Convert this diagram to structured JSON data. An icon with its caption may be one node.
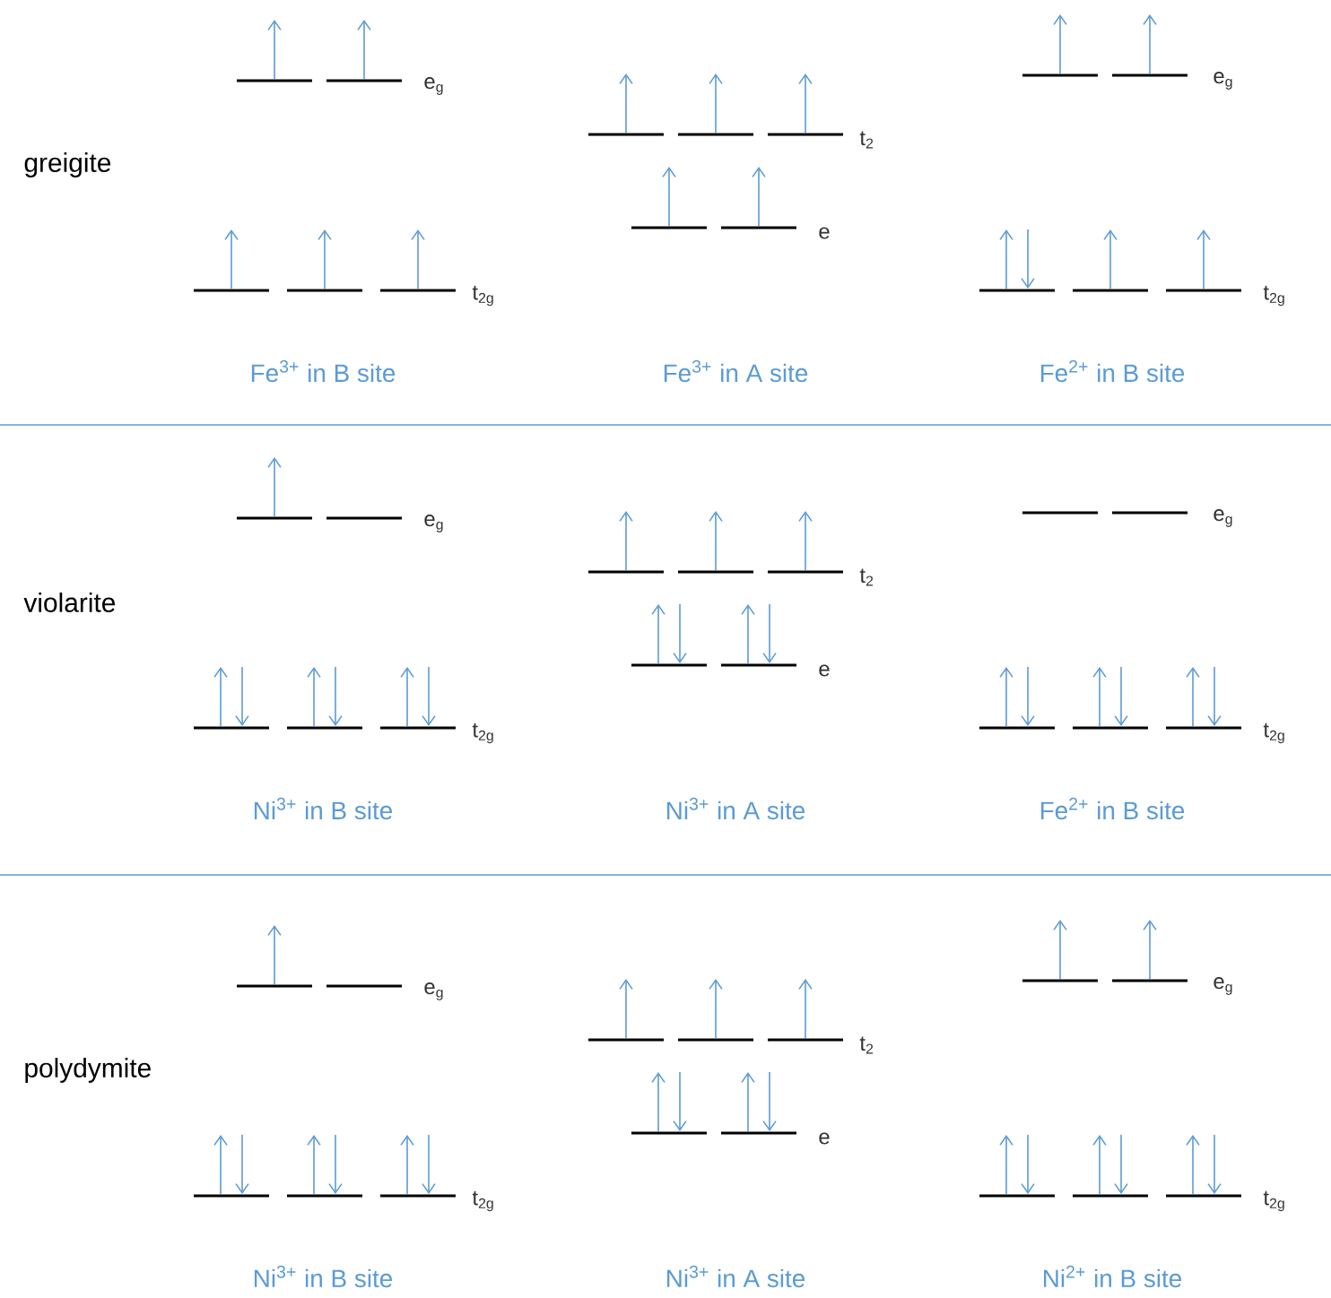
{
  "diagram": {
    "labels": [
      "greigite",
      "e$_{g}$",
      "t$_{2g}$",
      "Fe$^{3+}$ in B site",
      "t$_{2}$",
      "e",
      "Fe$^{3+}$ in A site",
      "e$_{g}$",
      "t$_{2g}$",
      "Fe$^{2+}$ in B site",
      "violarite",
      "e$_{g}$",
      "t$_{2g}$",
      "Ni$^{3+}$ in B site",
      "t$_{2}$",
      "e",
      "Ni$^{3+}$ in A site",
      "e$_{g}$",
      "t$_{2g}$",
      "Fe$^{2+}$ in B site",
      "polydymite",
      "e$_{g}$",
      "t$_{2g}$",
      "Ni$^{3+}$ in B site",
      "t$_{2}$",
      "e",
      "Ni$^{3+}$ in A site",
      "e$_{g}$",
      "t$_{2g}$",
      "Ni$^{2+}$ in B site"
    ]
  }
}
